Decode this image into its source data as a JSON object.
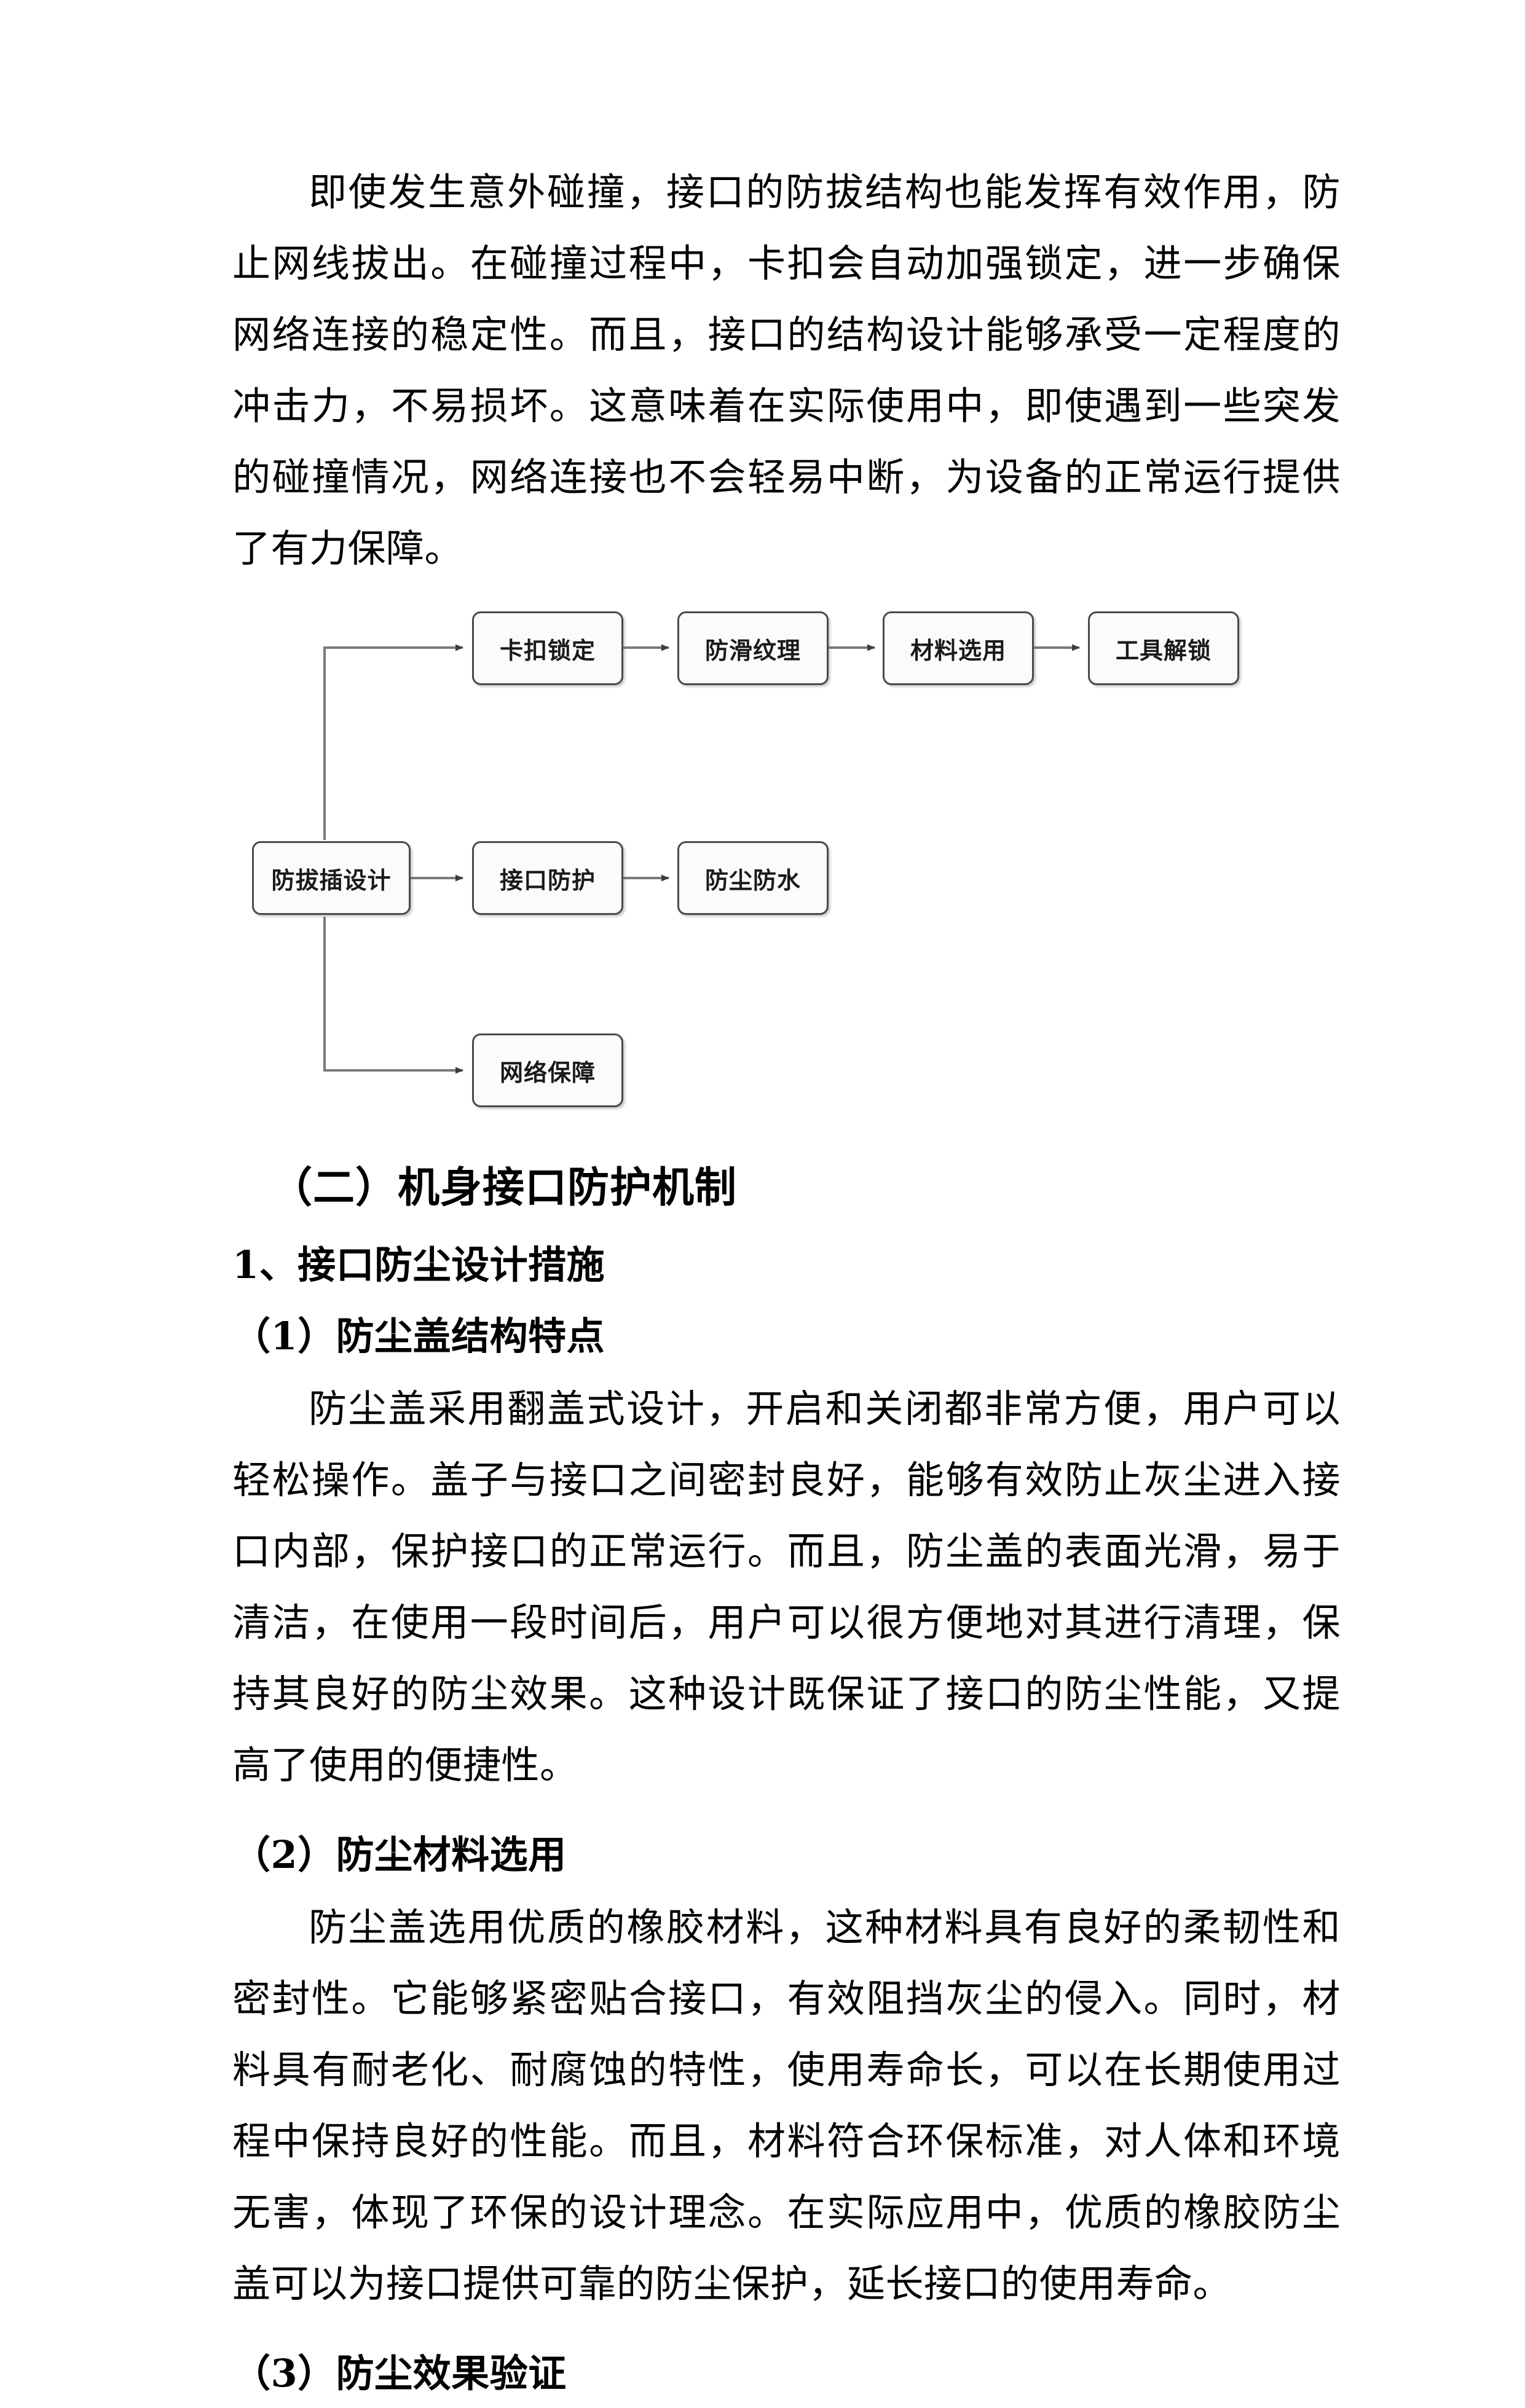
{
  "document": {
    "paragraphs": {
      "p1": "即使发生意外碰撞，接口的防拔结构也能发挥有效作用，防止网线拔出。在碰撞过程中，卡扣会自动加强锁定，进一步确保网络连接的稳定性。而且，接口的结构设计能够承受一定程度的冲击力，不易损坏。这意味着在实际使用中，即使遇到一些突发的碰撞情况，网络连接也不会轻易中断，为设备的正常运行提供了有力保障。",
      "p2": "防尘盖采用翻盖式设计，开启和关闭都非常方便，用户可以轻松操作。盖子与接口之间密封良好，能够有效防止灰尘进入接口内部，保护接口的正常运行。而且，防尘盖的表面光滑，易于清洁，在使用一段时间后，用户可以很方便地对其进行清理，保持其良好的防尘效果。这种设计既保证了接口的防尘性能，又提高了使用的便捷性。",
      "p3": "防尘盖选用优质的橡胶材料，这种材料具有良好的柔韧性和密封性。它能够紧密贴合接口，有效阻挡灰尘的侵入。同时，材料具有耐老化、耐腐蚀的特性，使用寿命长，可以在长期使用过程中保持良好的性能。而且，材料符合环保标准，对人体和环境无害，体现了环保的设计理念。在实际应用中，优质的橡胶防尘盖可以为接口提供可靠的防尘保护，延长接口的使用寿命。"
    },
    "headings": {
      "section": "（二）机身接口防护机制",
      "sub1": "1、接口防尘设计措施",
      "item1": "（1）防尘盖结构特点",
      "item2": "（2）防尘材料选用",
      "item3": "（3）防尘效果验证"
    }
  },
  "chart_data": {
    "type": "diagram",
    "title": "",
    "nodes": [
      {
        "id": "n1",
        "label": "卡扣锁定",
        "row": "top",
        "col": 1
      },
      {
        "id": "n2",
        "label": "防滑纹理",
        "row": "top",
        "col": 2
      },
      {
        "id": "n3",
        "label": "材料选用",
        "row": "top",
        "col": 3
      },
      {
        "id": "n4",
        "label": "工具解锁",
        "row": "top",
        "col": 4
      },
      {
        "id": "n5",
        "label": "防拔插设计",
        "row": "middle",
        "col": 0
      },
      {
        "id": "n6",
        "label": "接口防护",
        "row": "middle",
        "col": 1
      },
      {
        "id": "n7",
        "label": "防尘防水",
        "row": "middle",
        "col": 2
      },
      {
        "id": "n8",
        "label": "网络保障",
        "row": "bottom",
        "col": 1
      }
    ],
    "edges": [
      {
        "from": "n5",
        "to": "n1",
        "style": "elbow-up"
      },
      {
        "from": "n1",
        "to": "n2",
        "style": "straight"
      },
      {
        "from": "n2",
        "to": "n3",
        "style": "straight"
      },
      {
        "from": "n3",
        "to": "n4",
        "style": "straight"
      },
      {
        "from": "n5",
        "to": "n6",
        "style": "straight"
      },
      {
        "from": "n6",
        "to": "n7",
        "style": "straight"
      },
      {
        "from": "n5",
        "to": "n8",
        "style": "elbow-down"
      }
    ],
    "colors": {
      "node_fill": "#fbfbfa",
      "node_border": "#4a4a4a",
      "connector": "#666666",
      "text": "#1a1a1a"
    }
  }
}
